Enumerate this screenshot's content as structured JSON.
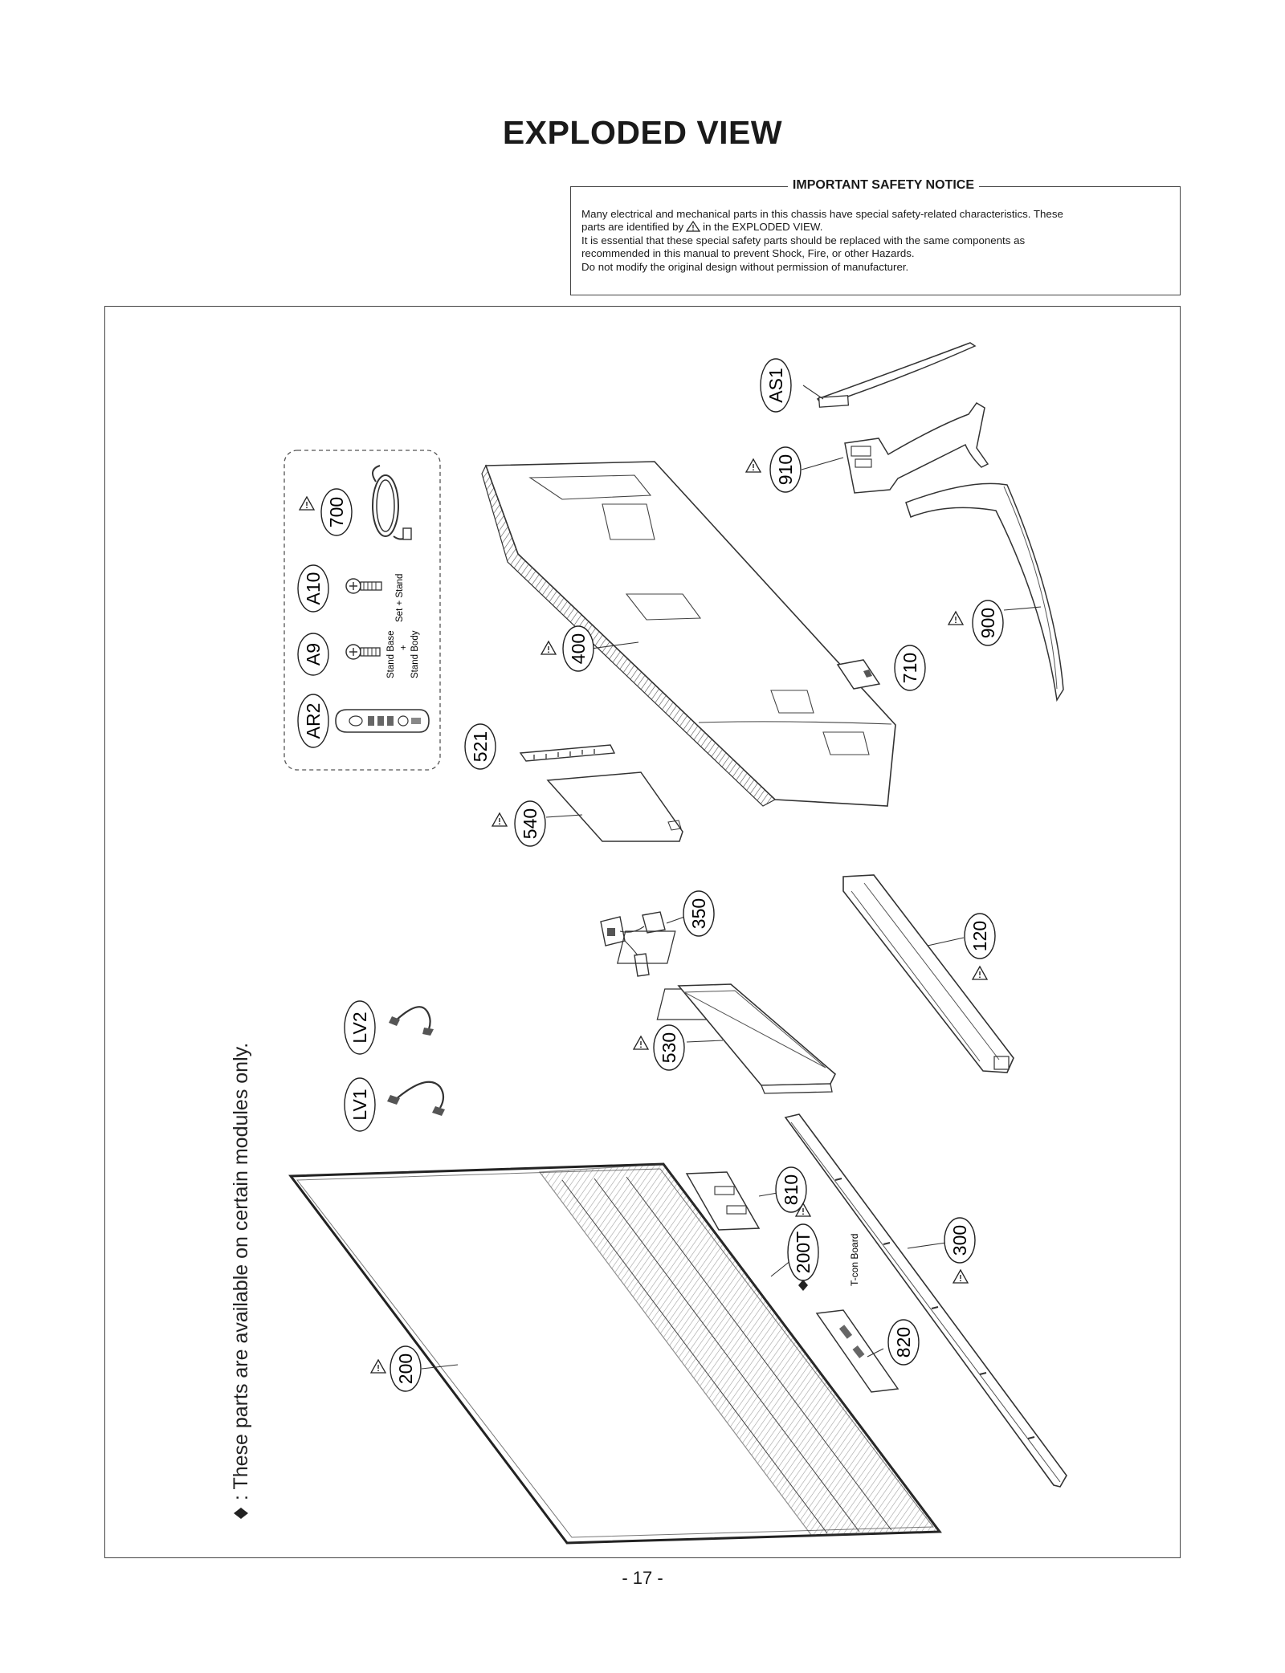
{
  "page_title": "EXPLODED VIEW",
  "notice": {
    "title": "IMPORTANT SAFETY NOTICE",
    "line1": "Many electrical and mechanical parts in this chassis have special safety-related characteristics. These",
    "line2_before": "parts are identified by",
    "line2_after": "in the EXPLODED VIEW.",
    "line3": "It is essential that these special safety parts should be replaced with the same components as",
    "line4": "recommended in this manual to prevent Shock, Fire, or other Hazards.",
    "line5": "Do not modify the original design without permission of manufacturer."
  },
  "side_note": ": These parts are available on certain modules only.",
  "part_labels": {
    "as1": "AS1",
    "p910": "910",
    "p900": "900",
    "p710": "710",
    "p400": "400",
    "p700": "700",
    "a10": "A10",
    "a9": "A9",
    "ar2": "AR2",
    "p521": "521",
    "p540": "540",
    "p350": "350",
    "p120": "120",
    "p530": "530",
    "lv2": "LV2",
    "lv1": "LV1",
    "p810": "810",
    "p200t": "200T",
    "p300": "300",
    "p820": "820",
    "p200": "200"
  },
  "accessory_notes": {
    "set_stand": "Set + Stand",
    "stand_base": "Stand Base",
    "plus": "+",
    "stand_body": "Stand Body"
  },
  "tcon_note": "T-con Board",
  "page_number": "- 17 -"
}
